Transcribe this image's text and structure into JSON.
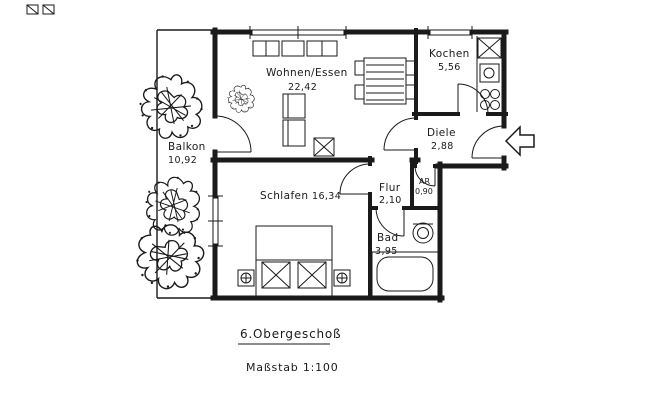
{
  "rooms": {
    "balkon": {
      "name": "Balkon",
      "area": "10,92"
    },
    "wohnen": {
      "name": "Wohnen/Essen",
      "area": "22,42"
    },
    "kochen": {
      "name": "Kochen",
      "area": "5,56"
    },
    "diele": {
      "name": "Diele",
      "area": "2,88"
    },
    "schlafen": {
      "name": "Schlafen",
      "area": "16,34"
    },
    "flur": {
      "name": "Flur",
      "area": "2,10"
    },
    "ar": {
      "name": "AR",
      "area": "0,90"
    },
    "bad": {
      "name": "Bad",
      "area": "3,95"
    }
  },
  "footer": {
    "title": "6.Obergeschoß",
    "scale": "Maßstab  1:100"
  },
  "colors": {
    "ink": "#1a1a1a",
    "paper": "#ffffff"
  }
}
